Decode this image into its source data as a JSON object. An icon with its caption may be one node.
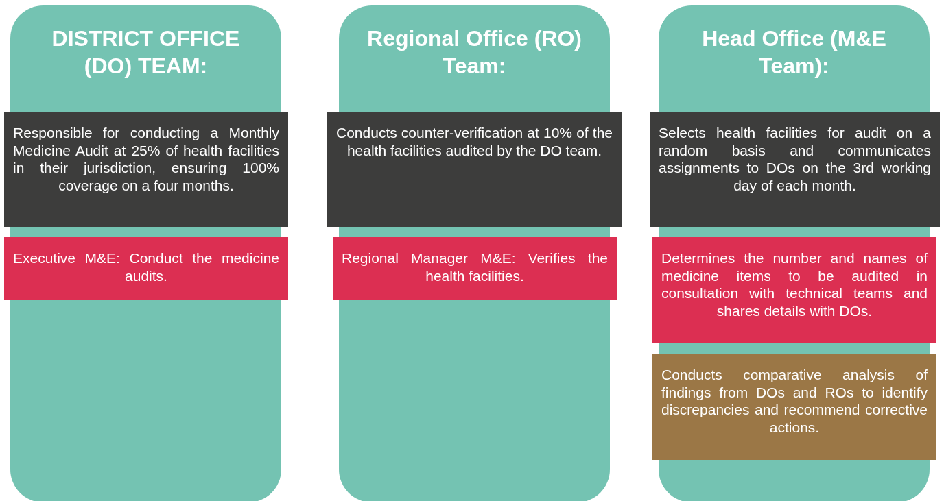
{
  "diagram": {
    "nodes": [
      {
        "text": [
          "DISTRICT OFFICE (DO) TEAM:"
        ]
      },
      {
        "text": [
          "Responsible for conducting a Monthly Medicine Audit at 25% of health facilities in their jurisdiction, ensuring 100% coverage on a four months."
        ]
      },
      {
        "text": [
          "Executive M&E: Conduct the medicine audits."
        ]
      },
      {
        "text": [
          "Regional Office (RO) Team:"
        ]
      },
      {
        "text": [
          "Conducts counter-verification at 10% of the health facilities audited by the DO team."
        ]
      },
      {
        "text": [
          "Regional Manager M&E: Verifies the health facilities."
        ]
      },
      {
        "text": [
          "Head Office (M&E Team):"
        ]
      },
      {
        "text": [
          "Selects health facilities for audit on a random basis and communicates assignments to DOs on the 3rd working day of each month."
        ]
      },
      {
        "text": [
          "Determines the number and names of medicine items to be audited in consultation with technical teams and shares details with DOs."
        ]
      },
      {
        "text": [
          "Conducts comparative analysis of findings from DOs and ROs to identify discrepancies and recommend corrective actions."
        ]
      }
    ]
  }
}
